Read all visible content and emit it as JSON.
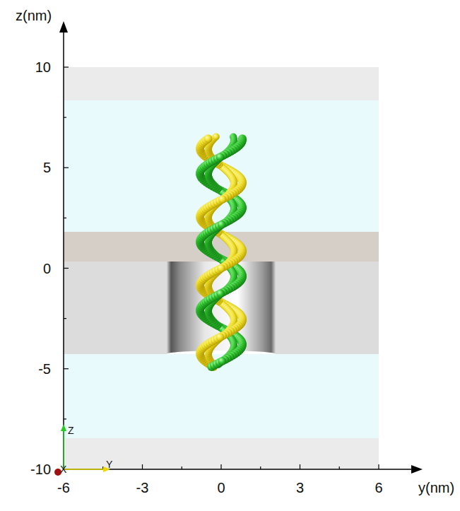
{
  "diagram": {
    "labels": [
      "z(nm)",
      "10",
      "5",
      "0",
      "-5",
      "-10",
      "y(nm)",
      "-6",
      "-3",
      "0",
      "3",
      "6",
      "Z",
      "Y",
      "X"
    ]
  }
}
